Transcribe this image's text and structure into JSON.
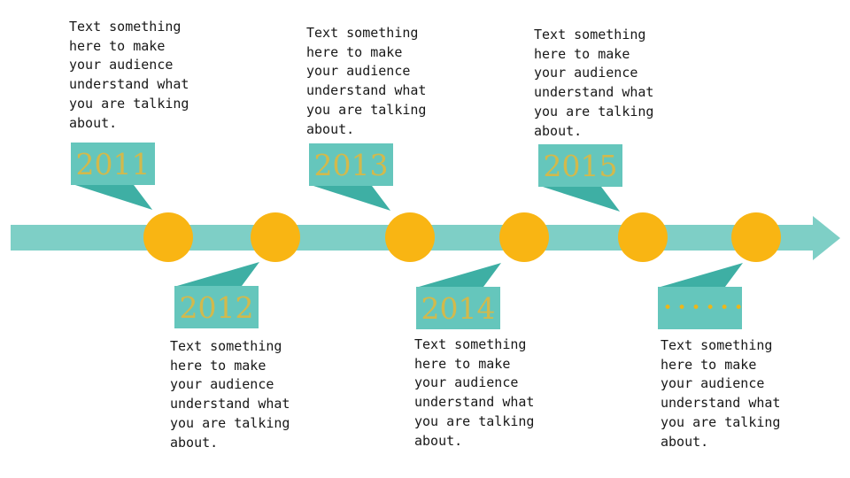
{
  "slide": {
    "background_color": "#ffffff",
    "placeholder_text": "Text something\nhere to make\nyour audience\nunderstand what\nyou are talking\nabout.",
    "timeline": {
      "type": "horizontal-arrow-timeline",
      "arrow_color": "#7ECFC6",
      "node_color": "#F9B513",
      "bubble_color": "#65C6BC",
      "bubble_tail_color": "#3EAFA4",
      "year_text_color": "#D2B94C",
      "dots_color": "#EDB619",
      "events": [
        {
          "year": "2011",
          "side": "above"
        },
        {
          "year": "2012",
          "side": "below"
        },
        {
          "year": "2013",
          "side": "above"
        },
        {
          "year": "2014",
          "side": "below"
        },
        {
          "year": "2015",
          "side": "above"
        },
        {
          "year": "••••••",
          "side": "below"
        }
      ]
    }
  }
}
